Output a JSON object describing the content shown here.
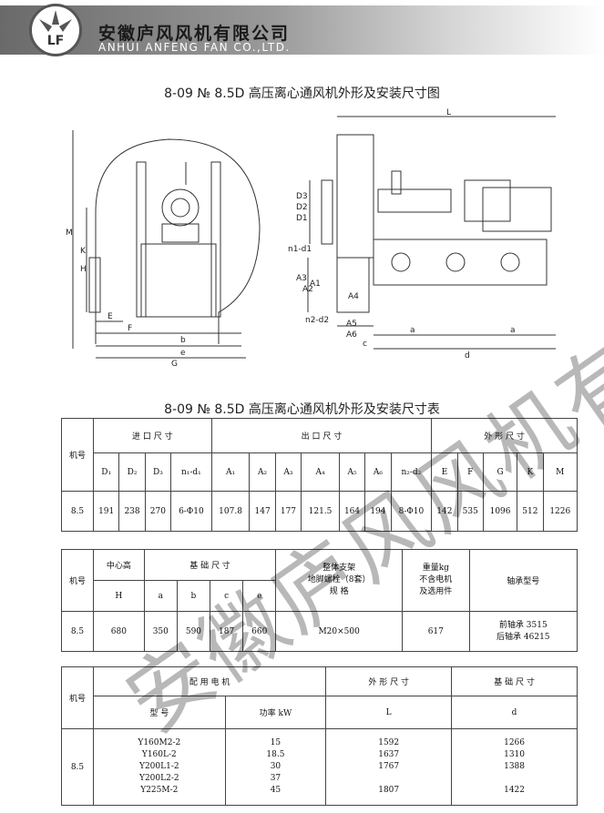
{
  "company": {
    "name_cn": "安徽庐风风机有限公司",
    "name_en": "ANHUI ANFENG FAN CO.,LTD.",
    "logo_text": "LF"
  },
  "drawing_title": "8-09 № 8.5D 高压离心通风机外形及安装尺寸图",
  "table_title": "8-09 № 8.5D 高压离心通风机外形及安装尺寸表",
  "watermark": "安徽庐风风机有限公司",
  "drawing_labels": {
    "left": [
      "M",
      "K",
      "H",
      "E",
      "F",
      "b",
      "e",
      "G"
    ],
    "right": [
      "L",
      "D3",
      "D2",
      "D1",
      "n1-d1",
      "A3",
      "A2",
      "A1",
      "A4",
      "n2-d2",
      "A5",
      "A6",
      "c",
      "a",
      "a",
      "d"
    ]
  },
  "table1": {
    "machine_header": "机号",
    "group_headers": [
      "进 口 尺 寸",
      "出 口 尺 寸",
      "外 形 尺 寸"
    ],
    "columns": [
      "D₁",
      "D₂",
      "D₃",
      "n₁-d₁",
      "A₁",
      "A₂",
      "A₃",
      "A₄",
      "A₅",
      "A₆",
      "n₂-d₂",
      "E",
      "F",
      "G",
      "K",
      "M"
    ],
    "row": {
      "machine": "8.5",
      "values": [
        "191",
        "238",
        "270",
        "6-Φ10",
        "107.8",
        "147",
        "177",
        "121.5",
        "164",
        "194",
        "8-Φ10",
        "142",
        "535",
        "1096",
        "512",
        "1226"
      ]
    }
  },
  "table2": {
    "machine_header": "机号",
    "center_height": "中心高",
    "foundation": "基 础 尺 寸",
    "bracket": [
      "整体支架",
      "地脚螺栓（8套）",
      "规 格"
    ],
    "weight": [
      "重量kg",
      "不含电机",
      "及选用件"
    ],
    "bearing": "轴承型号",
    "columns": [
      "H",
      "a",
      "b",
      "c",
      "e"
    ],
    "row": {
      "machine": "8.5",
      "values": [
        "680",
        "350",
        "590",
        "187",
        "660"
      ],
      "bolt": "M20×500",
      "weight": "617",
      "bearing": [
        "前轴承 3515",
        "后轴承 46215"
      ]
    }
  },
  "table3": {
    "machine_header": "机号",
    "motor_header": "配 用 电 机",
    "shape_header": "外 形 尺 寸",
    "foundation_header": "基 础 尺 寸",
    "columns": [
      "型 号",
      "功率 kW",
      "L",
      "d"
    ],
    "row": {
      "machine": "8.5",
      "models": [
        "Y160M2-2",
        "Y160L-2",
        "Y200L1-2",
        "Y200L2-2",
        "Y225M-2"
      ],
      "power": [
        "15",
        "18.5",
        "30",
        "37",
        "45"
      ],
      "L": [
        "1592",
        "1637",
        "1767",
        "",
        "1807"
      ],
      "d": [
        "1266",
        "1310",
        "1388",
        "",
        "1422"
      ]
    }
  }
}
